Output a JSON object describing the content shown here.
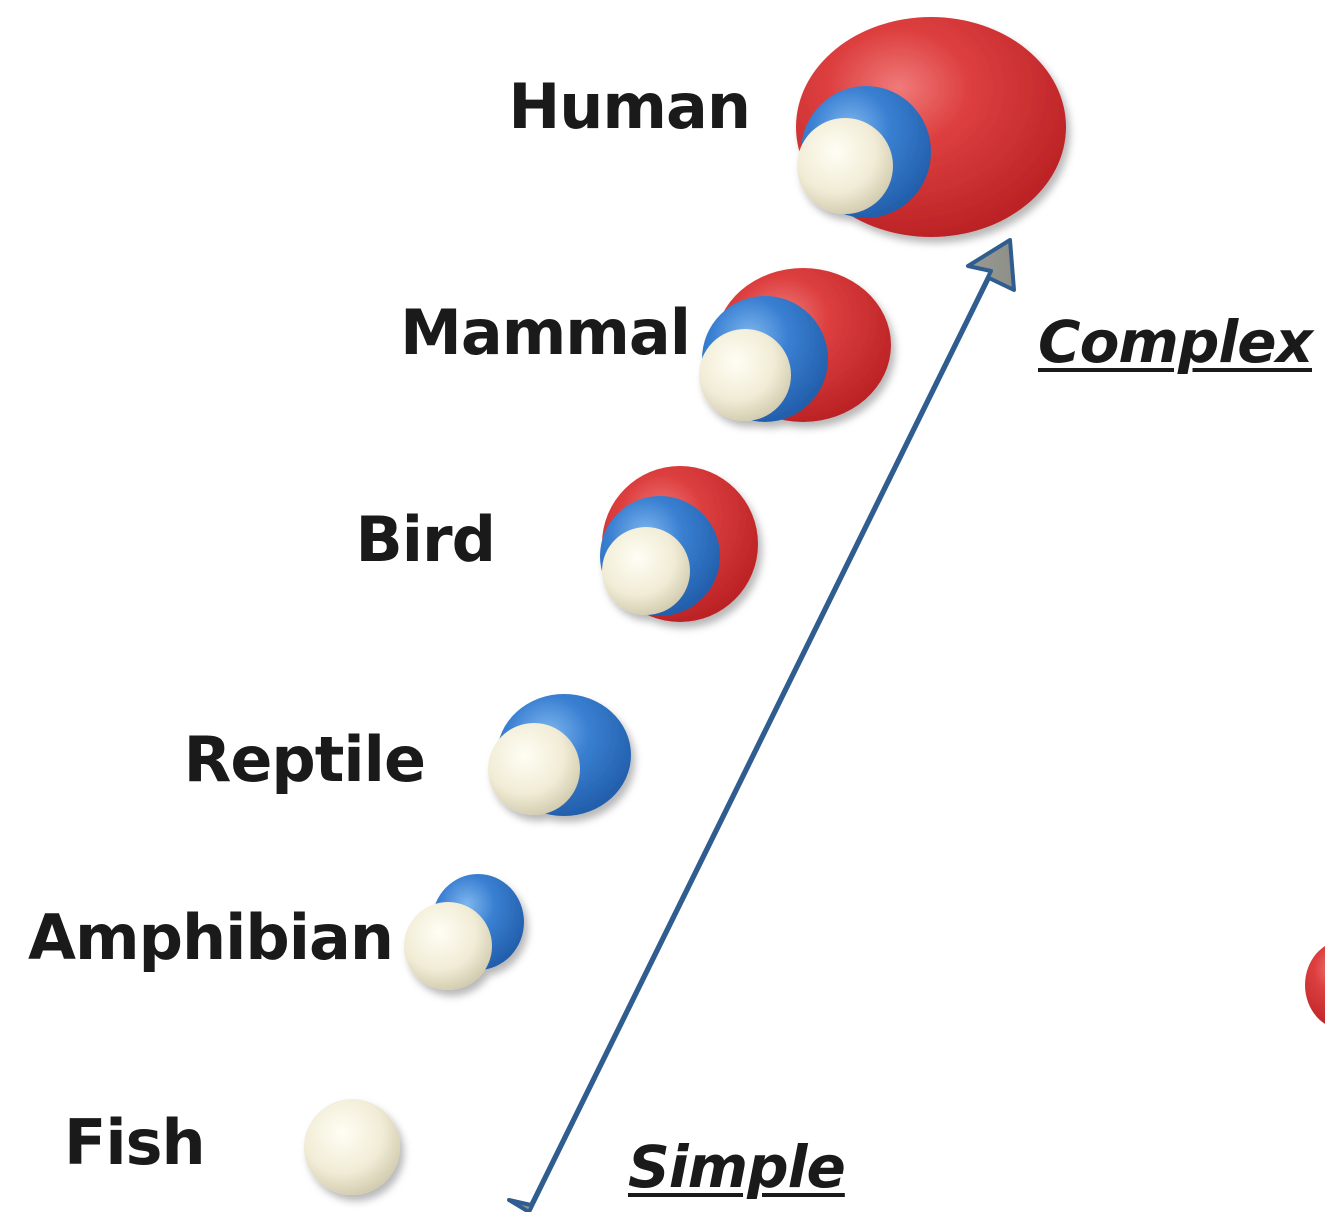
{
  "labels": {
    "human": "Human",
    "mammal": "Mammal",
    "bird": "Bird",
    "reptile": "Reptile",
    "amphibian": "Amphibian",
    "fish": "Fish"
  },
  "axis": {
    "top": "Complex",
    "bottom": "Simple"
  },
  "colors": {
    "red": "#d63a3a",
    "blue": "#3a7fd0",
    "cream": "#efead4",
    "arrow_fill": "#a0a19a",
    "arrow_edge": "#2f5d8f",
    "text": "#1a1a1a"
  }
}
